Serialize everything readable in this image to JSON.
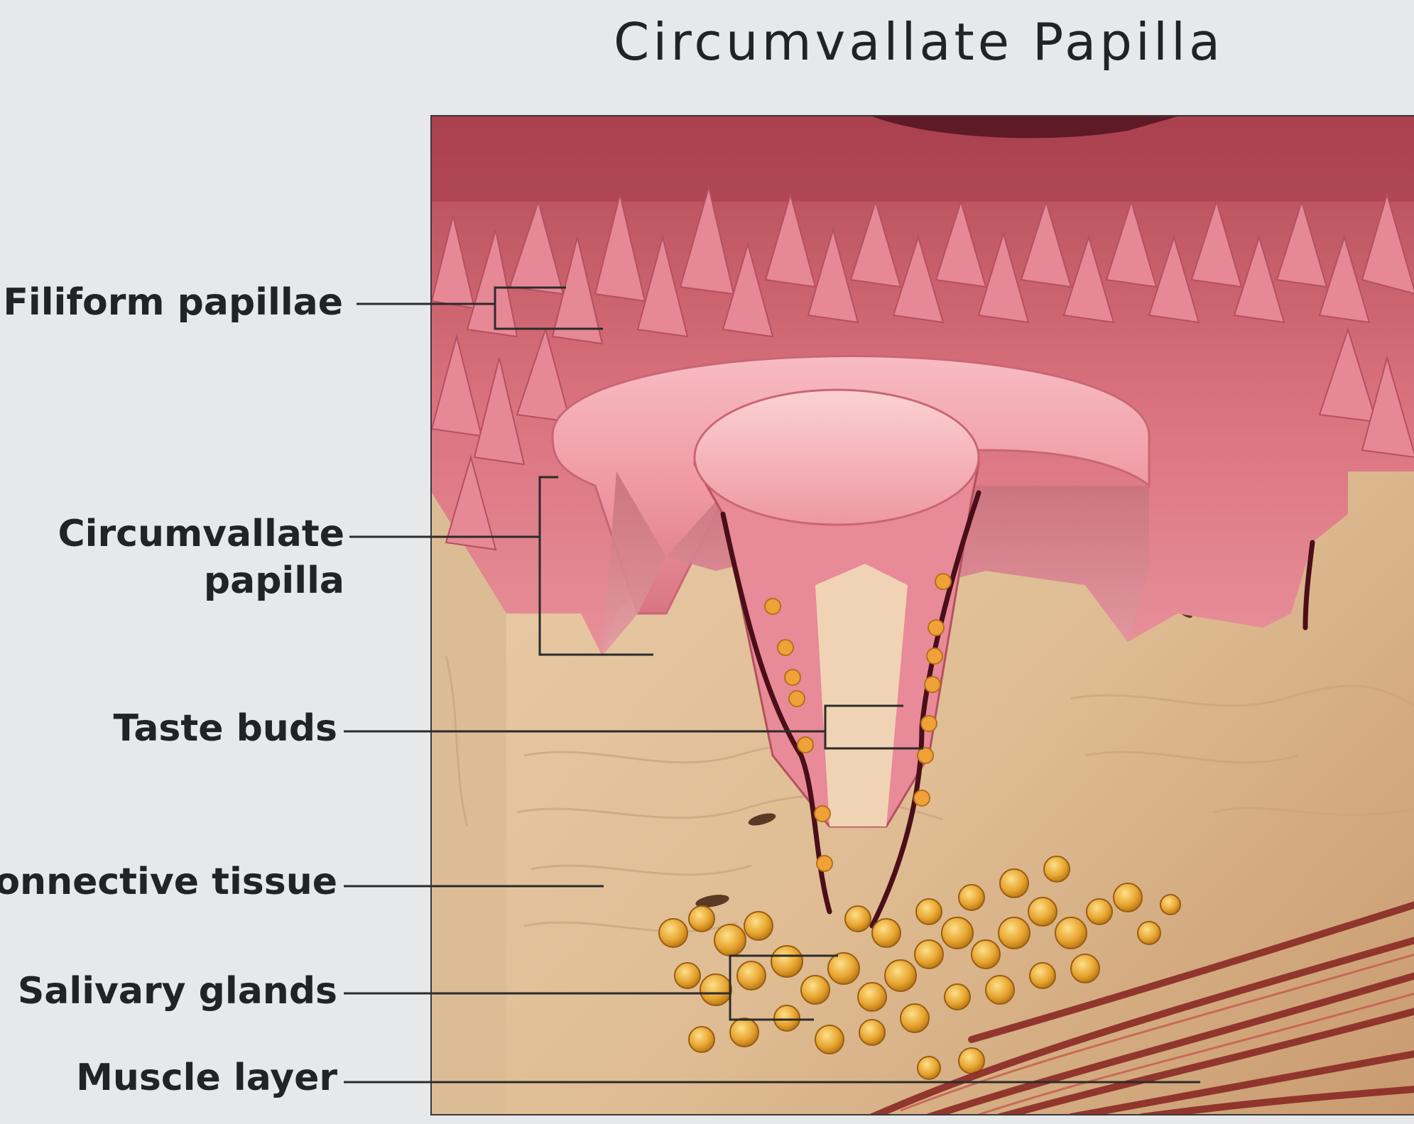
{
  "title": "Circumvallate Papilla",
  "labels": {
    "filiform": "Filiform papillae",
    "circumvallate_line1": "Circumvallate",
    "circumvallate_line2": "papilla",
    "taste_buds": "Taste buds",
    "connective": "Connective tissue",
    "salivary": "Salivary glands",
    "muscle": "Muscle layer"
  },
  "colors": {
    "background": "#e7e8e9",
    "text": "#222324",
    "leader": "#2b2b2b",
    "tissue_pink": "#e88a98",
    "connective_tan": "#e2c29c",
    "gland_gold": "#e8a530",
    "muscle_red": "#8a2a24"
  }
}
